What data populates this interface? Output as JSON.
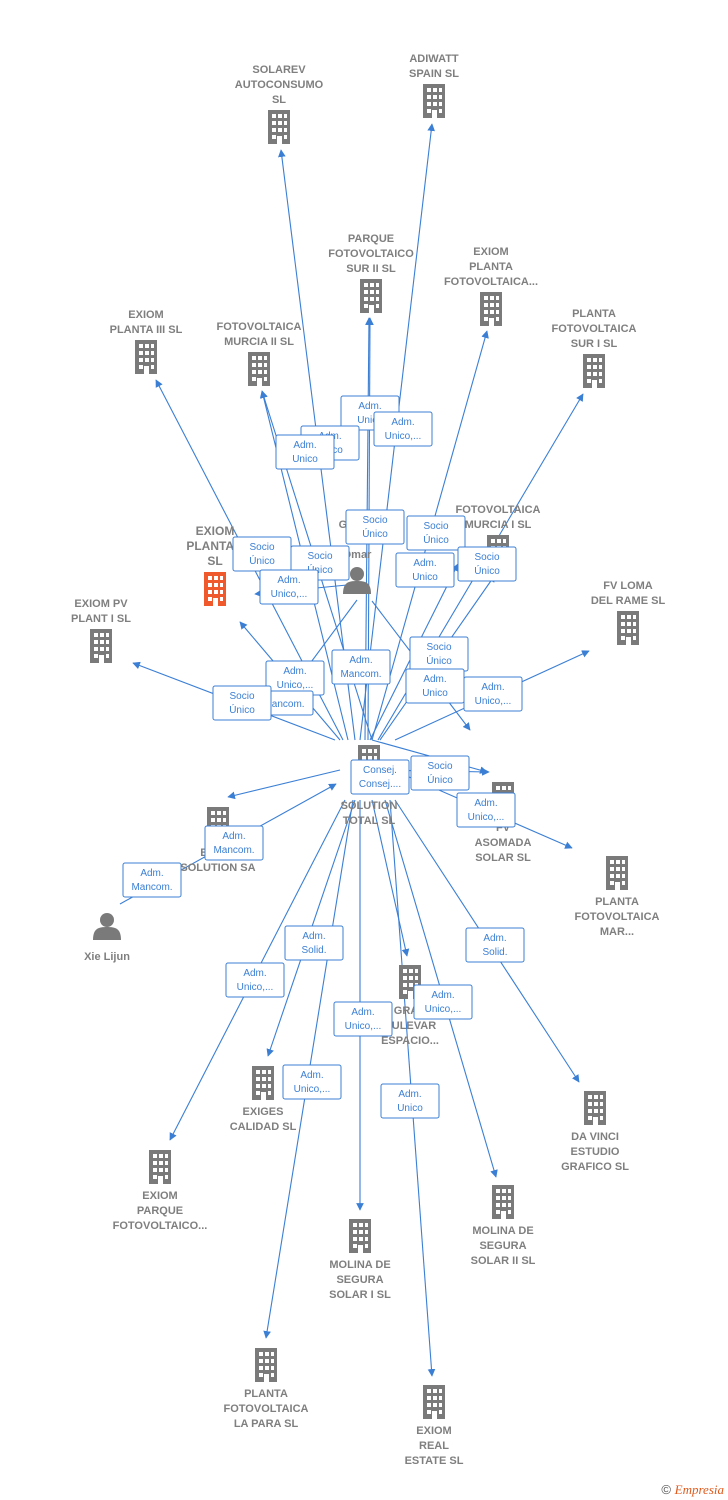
{
  "colors": {
    "edge": "#3b7fd4",
    "building": "#7a7a7a",
    "highlight": "#f0592b",
    "person": "#7a7a7a",
    "label": "#7f7f7f"
  },
  "nodes": [
    {
      "id": "solarev",
      "type": "building",
      "lines": [
        "SOLAREV",
        "AUTOCONSUMO",
        "SL"
      ]
    },
    {
      "id": "adiwatt",
      "type": "building",
      "lines": [
        "ADIWATT",
        "SPAIN  SL"
      ]
    },
    {
      "id": "parque_sur2",
      "type": "building",
      "lines": [
        "PARQUE",
        "FOTOVOLTAICO",
        "SUR II  SL"
      ]
    },
    {
      "id": "exiom_planta_foto",
      "type": "building",
      "lines": [
        "EXIOM",
        "PLANTA",
        "FOTOVOLTAICA..."
      ]
    },
    {
      "id": "exiom_planta3",
      "type": "building",
      "lines": [
        "EXIOM",
        "PLANTA III  SL"
      ]
    },
    {
      "id": "fv_murcia2",
      "type": "building",
      "lines": [
        "FOTOVOLTAICA",
        "MURCIA II  SL"
      ]
    },
    {
      "id": "planta_sur1",
      "type": "building",
      "lines": [
        "PLANTA",
        "FOTOVOLTAICA",
        "SUR I  SL"
      ]
    },
    {
      "id": "exiom_planta_main",
      "type": "building_main",
      "lines": [
        "EXIOM",
        "PLANTA II",
        "SL"
      ]
    },
    {
      "id": "gomez",
      "type": "person",
      "lines": [
        "Gomez",
        "G...",
        "Omar"
      ]
    },
    {
      "id": "fv_murcia1",
      "type": "building",
      "lines": [
        "FOTOVOLTAICA",
        "MURCIA I  SL"
      ]
    },
    {
      "id": "exiom_pv1",
      "type": "building",
      "lines": [
        "EXIOM PV",
        "PLANT I  SL"
      ]
    },
    {
      "id": "fv_loma",
      "type": "building",
      "lines": [
        "FV LOMA",
        "DEL RAME  SL"
      ]
    },
    {
      "id": "exiom_solution_total",
      "type": "building",
      "lines": [
        "EXIOM",
        "SOLUTION",
        "TOTAL SL"
      ]
    },
    {
      "id": "asomada",
      "type": "building",
      "lines": [
        "FV",
        "ASOMADA",
        "SOLAR  SL"
      ]
    },
    {
      "id": "exiom_solution_sa",
      "type": "building",
      "lines": [
        "EXIOM",
        "SOLUTION SA"
      ]
    },
    {
      "id": "planta_mar",
      "type": "building",
      "lines": [
        "PLANTA",
        "FOTOVOLTAICA",
        "MAR..."
      ]
    },
    {
      "id": "xie",
      "type": "person",
      "lines": [
        "Xie Lijun"
      ]
    },
    {
      "id": "gran_bulevar",
      "type": "building",
      "lines": [
        "GRAN",
        "BULEVAR",
        "ESPACIO..."
      ]
    },
    {
      "id": "exiges",
      "type": "building",
      "lines": [
        "EXIGES",
        "CALIDAD  SL"
      ]
    },
    {
      "id": "da_vinci",
      "type": "building",
      "lines": [
        "DA VINCI",
        "ESTUDIO",
        "GRAFICO SL"
      ]
    },
    {
      "id": "exiom_parque",
      "type": "building",
      "lines": [
        "EXIOM",
        "PARQUE",
        "FOTOVOLTAICO..."
      ]
    },
    {
      "id": "molina2",
      "type": "building",
      "lines": [
        "MOLINA DE",
        "SEGURA",
        "SOLAR II  SL"
      ]
    },
    {
      "id": "molina1",
      "type": "building",
      "lines": [
        "MOLINA DE",
        "SEGURA",
        "SOLAR I  SL"
      ]
    },
    {
      "id": "planta_para",
      "type": "building",
      "lines": [
        "PLANTA",
        "FOTOVOLTAICA",
        "LA PARA  SL"
      ]
    },
    {
      "id": "exiom_real",
      "type": "building",
      "lines": [
        "EXIOM",
        "REAL",
        "ESTATE  SL"
      ]
    }
  ],
  "edge_labels": [
    [
      "Adm.",
      "Unico"
    ],
    [
      "Adm.",
      "Unico,..."
    ],
    [
      "Adm.",
      "Unico"
    ],
    [
      "Adm.",
      "Unico"
    ],
    [
      "Socio",
      "Único"
    ],
    [
      "Socio",
      "Único"
    ],
    [
      "Socio",
      "Único"
    ],
    [
      "Socio",
      "Único"
    ],
    [
      "Adm.",
      "Unico,..."
    ],
    [
      "Adm.",
      "Unico"
    ],
    [
      "Socio",
      "Único"
    ],
    [
      "Adm.",
      "Mancom."
    ],
    [
      "Socio",
      "Único"
    ],
    [
      "Adm.",
      "Unico"
    ],
    [
      "Adm.",
      "Unico,..."
    ],
    [
      "Adm.",
      "Unico,..."
    ],
    [
      "Mancom."
    ],
    [
      "Socio",
      "Único"
    ],
    [
      "Consej.",
      "Consej...."
    ],
    [
      "Socio",
      "Único"
    ],
    [
      "Adm.",
      "Unico,..."
    ],
    [
      "Adm.",
      "Mancom."
    ],
    [
      "Adm.",
      "Mancom."
    ],
    [
      "Adm.",
      "Solid."
    ],
    [
      "Adm.",
      "Solid."
    ],
    [
      "Adm.",
      "Unico,..."
    ],
    [
      "Adm.",
      "Unico,..."
    ],
    [
      "Adm.",
      "Unico,..."
    ],
    [
      "Adm.",
      "Unico,..."
    ],
    [
      "Adm.",
      "Unico"
    ]
  ],
  "footer": {
    "copyright": "©",
    "brand": "Empresia"
  }
}
